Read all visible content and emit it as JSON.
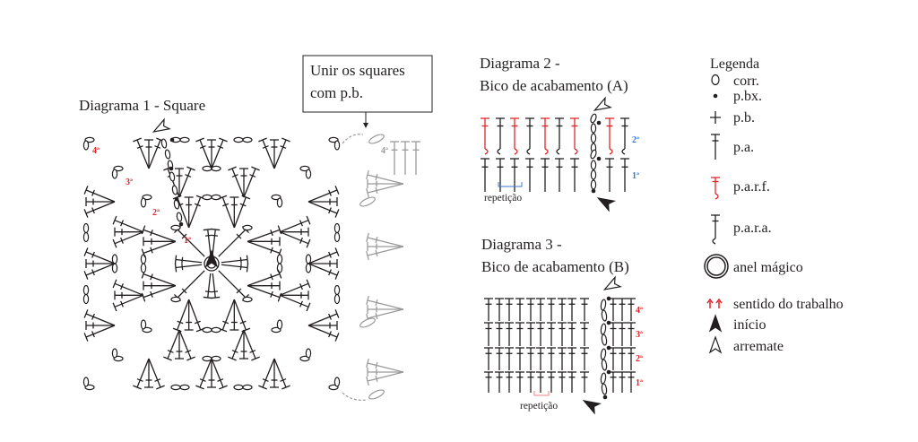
{
  "diagram1": {
    "title": "Diagrama 1 - Square",
    "note": {
      "line1": "Unir os squares",
      "line2": "com p.b."
    },
    "rounds": [
      "1ª",
      "2ª",
      "3ª",
      "4ª"
    ],
    "next_square_round": "4ª"
  },
  "diagram2": {
    "title_line1": "Diagrama 2 -",
    "title_line2": "Bico de acabamento (A)",
    "rounds": [
      "1ª",
      "2ª"
    ],
    "repeat_label": "repetição"
  },
  "diagram3": {
    "title_line1": "Diagrama 3 -",
    "title_line2": "Bico de acabamento (B)",
    "rounds": [
      "1ª",
      "2ª",
      "3ª",
      "4ª"
    ],
    "repeat_label": "repetição"
  },
  "legend": {
    "title": "Legenda",
    "items": [
      {
        "icon": "chain-oval-icon",
        "label": "corr."
      },
      {
        "icon": "slip-stitch-dot-icon",
        "label": "p.bx."
      },
      {
        "icon": "single-crochet-cross-icon",
        "label": "p.b."
      },
      {
        "icon": "double-crochet-icon",
        "label": "p.a."
      },
      {
        "icon": "front-post-double-crochet-icon",
        "label": "p.a.r.f."
      },
      {
        "icon": "back-post-double-crochet-icon",
        "label": "p.a.r.a."
      },
      {
        "icon": "magic-ring-icon",
        "label": "anel mágico"
      },
      {
        "icon": "direction-arrows-icon",
        "label": "sentido do trabalho"
      },
      {
        "icon": "start-arrow-icon",
        "label": "início"
      },
      {
        "icon": "finish-arrow-icon",
        "label": "arremate"
      }
    ]
  },
  "colors": {
    "ink": "#231f20",
    "red": "#e0262b",
    "blue": "#3b7bc8",
    "gray": "#9a9a9a",
    "pink": "#f0808a"
  }
}
